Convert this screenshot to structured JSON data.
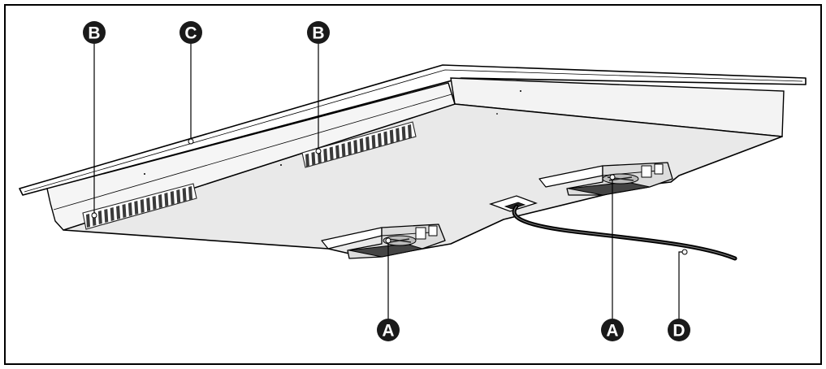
{
  "figure": {
    "callouts": [
      {
        "id": "callout-a-left",
        "label": "A"
      },
      {
        "id": "callout-a-right",
        "label": "A"
      },
      {
        "id": "callout-b-left",
        "label": "B"
      },
      {
        "id": "callout-b-right",
        "label": "B"
      },
      {
        "id": "callout-c",
        "label": "C"
      },
      {
        "id": "callout-d",
        "label": "D"
      }
    ],
    "colors": {
      "line": "#000000",
      "surface": "#e8e8e8",
      "side": "#f2f2f2",
      "vent": "#3a3a3a",
      "badge": "#1a1a1a",
      "frame": "#000000"
    }
  }
}
